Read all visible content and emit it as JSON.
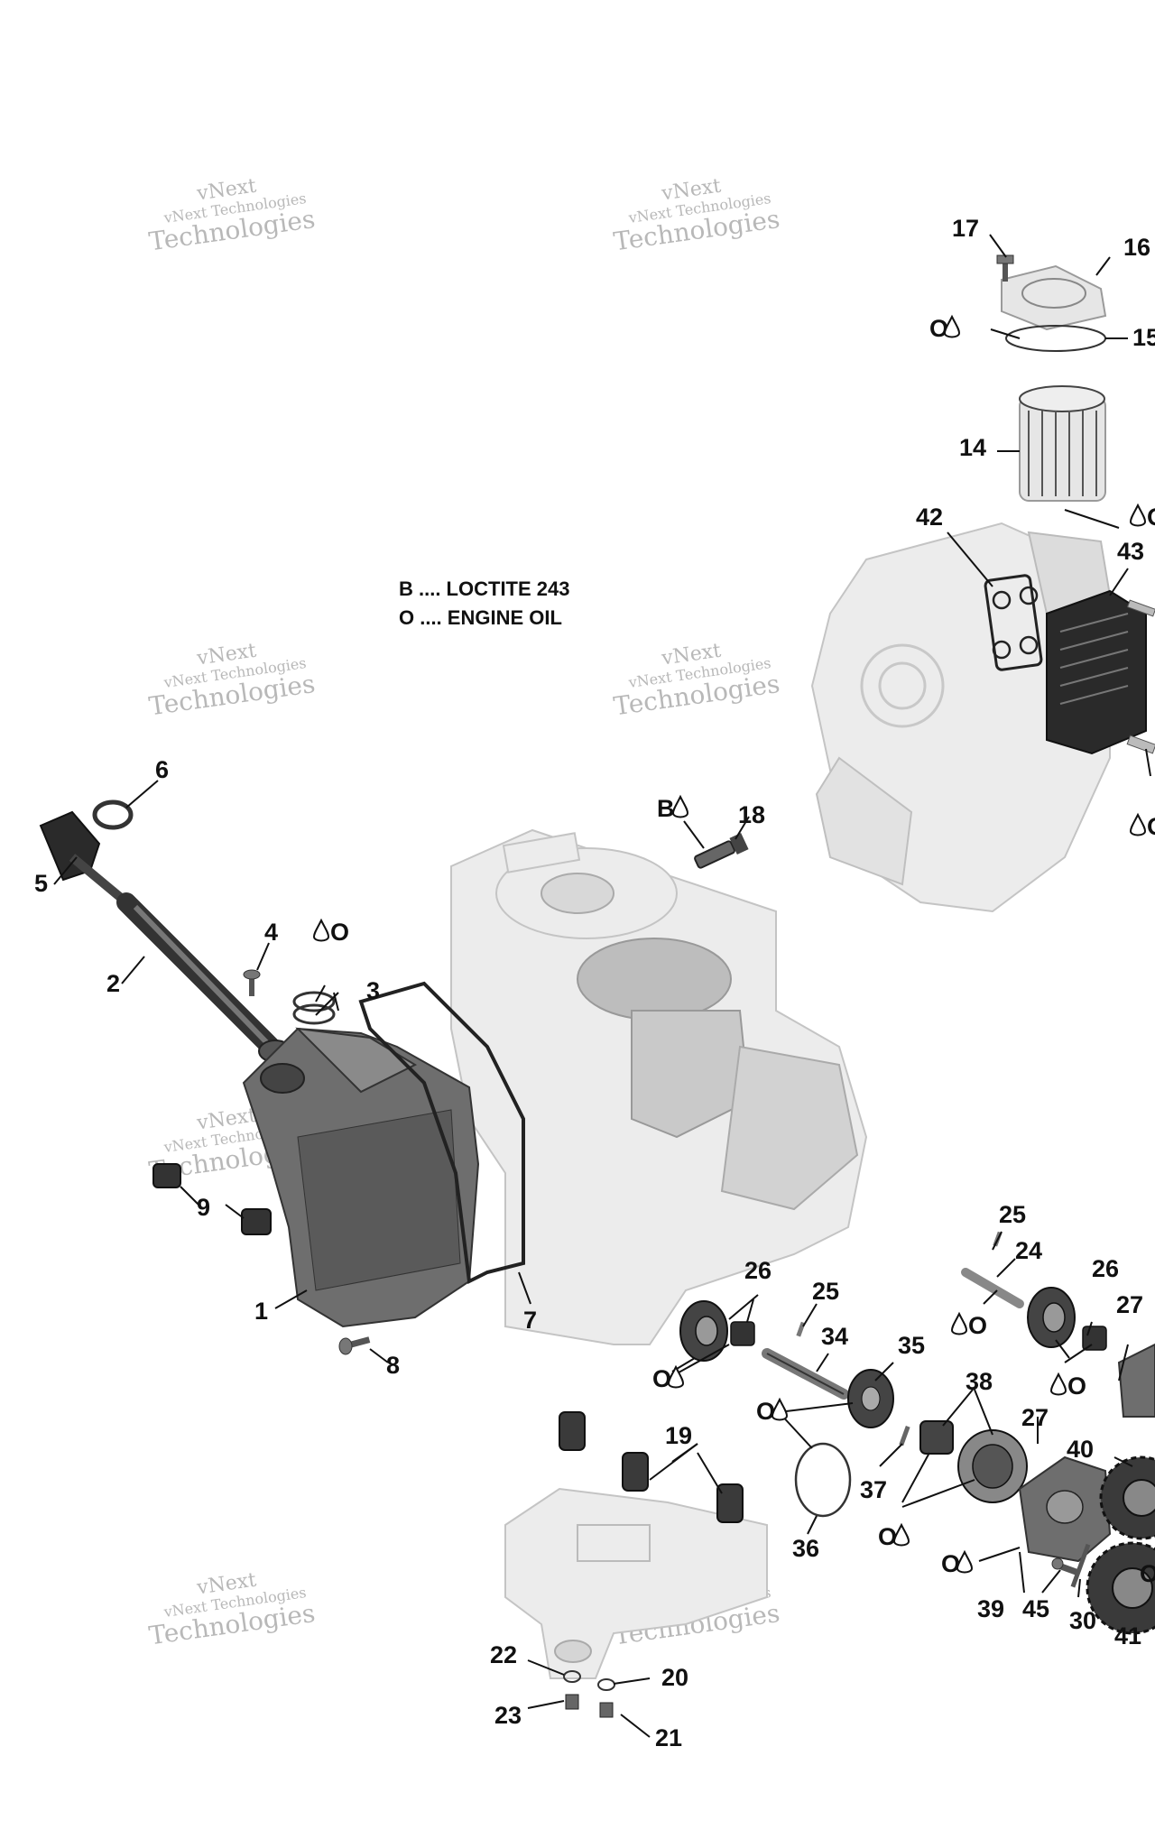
{
  "legend": [
    {
      "code": "B",
      "text": "B .... LOCTITE 243"
    },
    {
      "code": "O",
      "text": "O .... ENGINE OIL"
    }
  ],
  "watermark": {
    "line1": "vNext Technologies",
    "line2": "Technologies",
    "line3": "vNext"
  },
  "callouts": {
    "p1": "1",
    "p2": "2",
    "p3": "3",
    "p4": "4",
    "p5": "5",
    "p6": "6",
    "p7": "7",
    "p8": "8",
    "p9": "9",
    "p14": "14",
    "p15": "15",
    "p16": "16",
    "p17": "17",
    "p18": "18",
    "p19": "19",
    "p20": "20",
    "p21": "21",
    "p22": "22",
    "p23": "23",
    "p24": "24",
    "p25a": "25",
    "p25b": "25",
    "p26a": "26",
    "p26b": "26",
    "p27a": "27",
    "p27b": "27",
    "p30": "30",
    "p34": "34",
    "p35": "35",
    "p36": "36",
    "p37": "37",
    "p38": "38",
    "p39": "39",
    "p40": "40",
    "p41": "41",
    "p42": "42",
    "p43": "43",
    "p45": "45"
  },
  "symbols": {
    "oil": "O",
    "loctite": "B"
  }
}
